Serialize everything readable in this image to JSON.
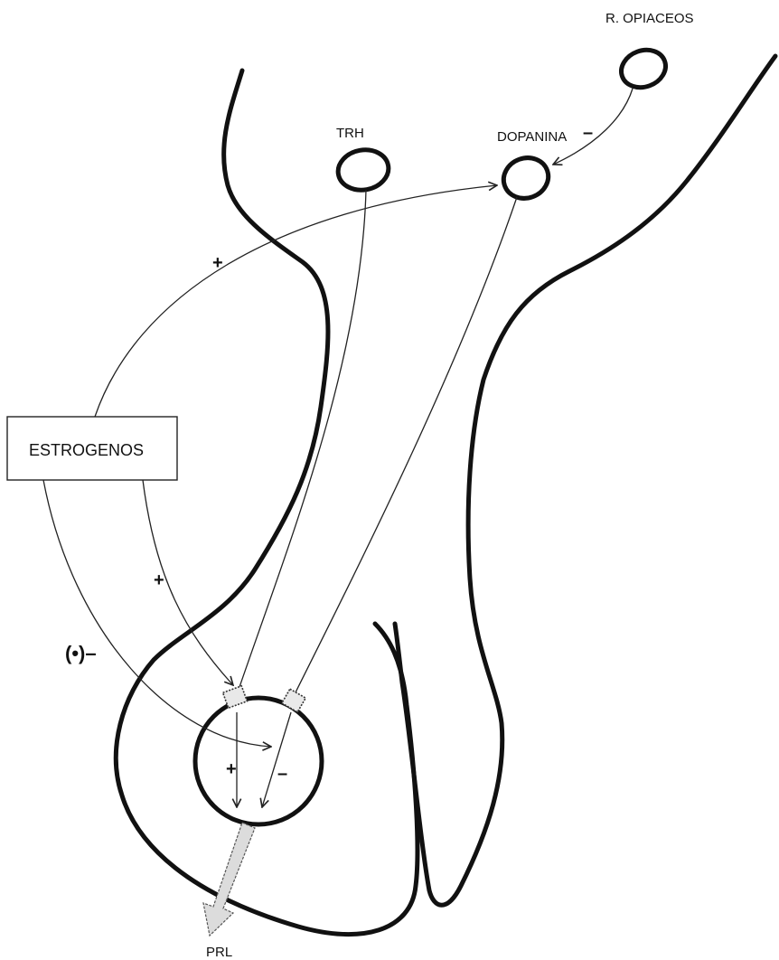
{
  "labels": {
    "opiaceos": "R. OPIACEOS",
    "trh": "TRH",
    "dopanina": "DOPANINA",
    "estrogenos": "ESTROGENOS",
    "prl": "PRL"
  },
  "signs": {
    "opiaceos_to_dopanina": "–",
    "estrogenos_to_dopanina": "+",
    "estrogenos_to_trh_receptor": "+",
    "estrogenos_to_cell": "(•)–",
    "trh_in_cell": "+",
    "dopanina_in_cell": "–"
  },
  "colors": {
    "ink": "#111111",
    "receptor_fill": "#e9e9e9",
    "output_arrow_fill": "#dcdcdc"
  }
}
